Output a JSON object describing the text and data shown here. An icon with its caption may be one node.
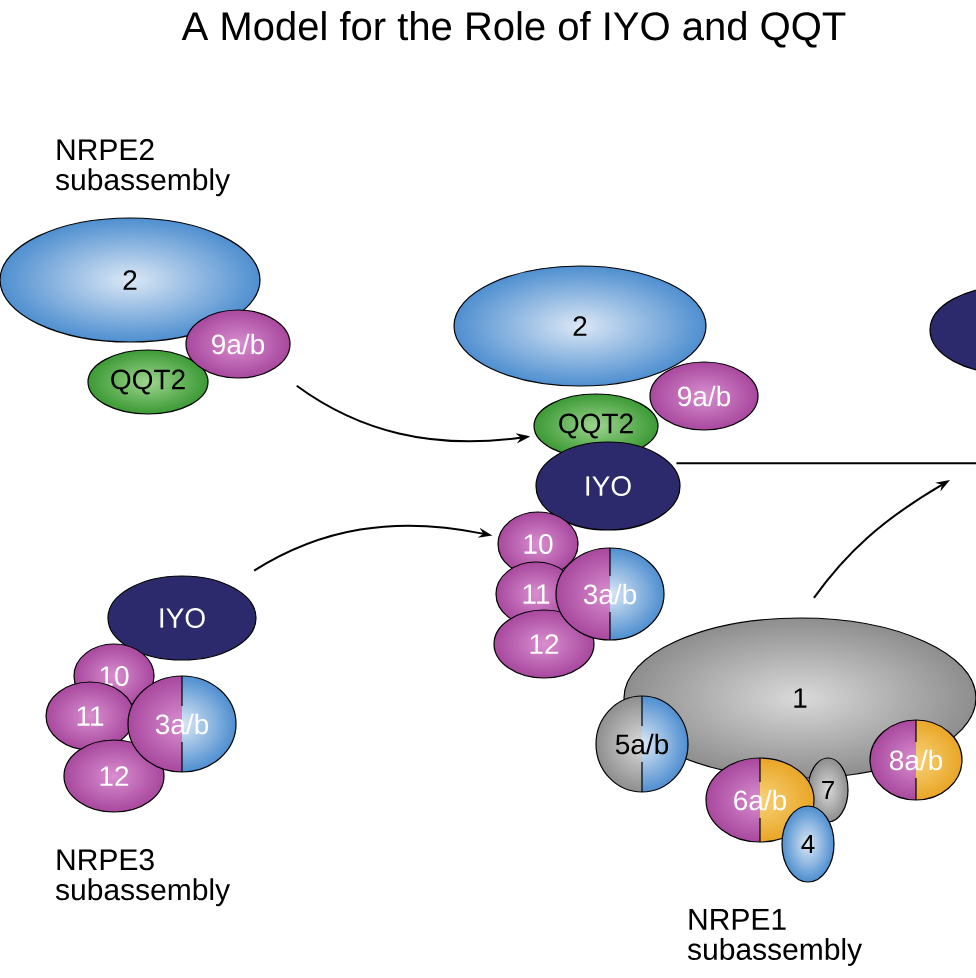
{
  "diagram": {
    "title": "A Model for the Role of IYO and QQT",
    "nodes": [
      {
        "text": [
          "2"
        ],
        "beside": [
          "NRPE2 subassembly"
        ]
      },
      {
        "text": [
          "9a/b"
        ]
      },
      {
        "text": [
          "QQT2"
        ]
      },
      {
        "text": [
          "2"
        ]
      },
      {
        "text": [
          "9a/b"
        ]
      },
      {
        "text": [
          "QQT2"
        ]
      },
      {
        "text": [
          "IYO"
        ]
      },
      {
        "text": [
          "10"
        ]
      },
      {
        "text": [
          "11"
        ]
      },
      {
        "text": [
          "3a/b"
        ]
      },
      {
        "text": [
          "12"
        ]
      },
      {
        "text": [
          "IYO"
        ]
      },
      {
        "text": [
          "10"
        ]
      },
      {
        "text": [
          "11"
        ]
      },
      {
        "text": [
          "3a/b"
        ]
      },
      {
        "text": [
          "12"
        ],
        "beside": [
          "NRPE3 subassembly"
        ]
      },
      {
        "text": [
          "1"
        ]
      },
      {
        "text": [
          "5a/b"
        ]
      },
      {
        "text": [
          "6a/b"
        ]
      },
      {
        "text": [
          "7"
        ]
      },
      {
        "text": [
          "4"
        ],
        "beside": [
          "NRPE1 subassembly"
        ]
      },
      {
        "text": [
          "8a/b"
        ]
      },
      {
        "text": [],
        "shape": "ellipse"
      }
    ],
    "edges": [
      {
        "from": 1,
        "to": 5,
        "arrow": "to"
      },
      {
        "from": 11,
        "to": 7,
        "arrow": "to"
      },
      {
        "from": 6,
        "to": null,
        "arrow": "none"
      },
      {
        "from": 16,
        "to": null,
        "arrow": "to"
      }
    ]
  }
}
